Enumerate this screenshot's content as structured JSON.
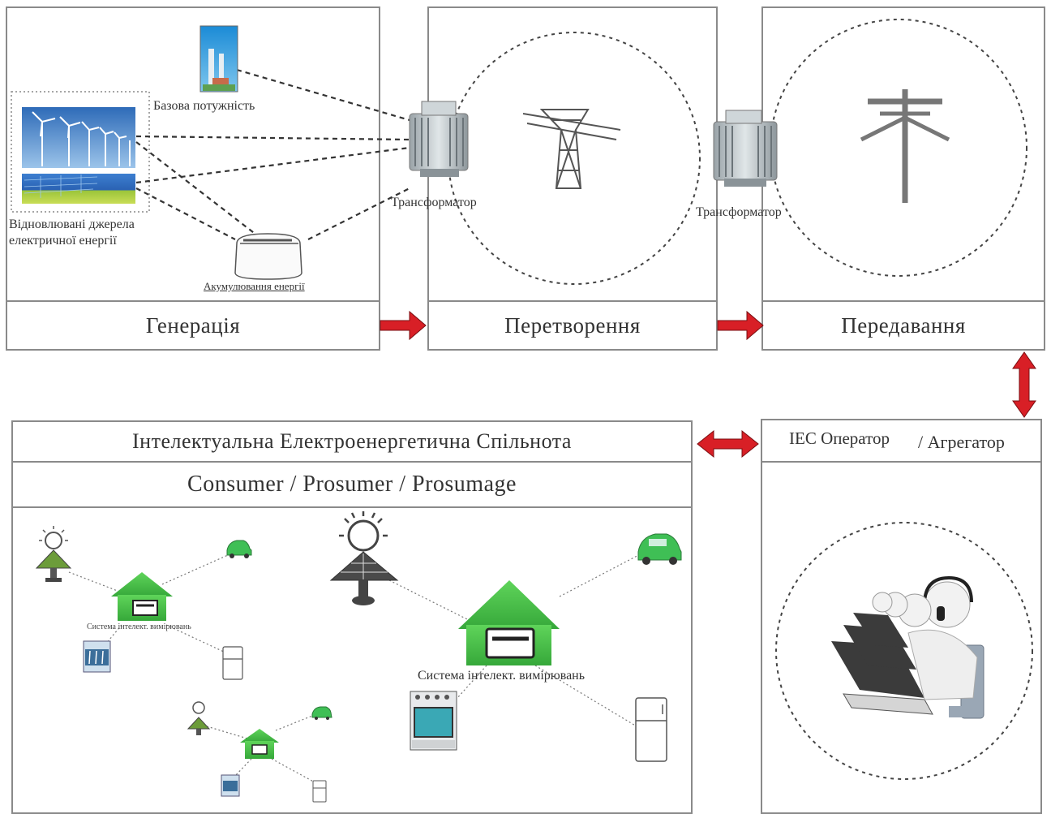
{
  "top": {
    "base_power": "Базова потужність",
    "renewables_line1": "Відновлювані джерела",
    "renewables_line2": "електричної енергії",
    "storage": "Акумулювання енергії",
    "transformer_1": "Трансформатор",
    "transformer_2": "Трансформатор",
    "stage_generation": "Генерація",
    "stage_conversion": "Перетворення",
    "stage_transmission": "Передавання"
  },
  "bottom": {
    "community_title": "Інтелектуальна Електроенергетична Спільнота",
    "community_subtitle": "Consumer / Prosumer / Prosumage",
    "metering_small": "Система інтелект. вимірювань",
    "metering_large": "Система інтелект. вимірювань",
    "operator_label": "IEC Оператор",
    "aggregator_label": "/ Агрегатор"
  },
  "colors": {
    "arrow": "#d81f26",
    "house": "#4fc94f",
    "panel_border": "#8a8a8a",
    "dotted": "#555555"
  },
  "icons": [
    "base-power-plant-icon",
    "wind-turbines-icon",
    "solar-panels-icon",
    "battery-storage-icon",
    "transformer-icon",
    "pylon-icon",
    "pole-icon",
    "solar-tree-icon",
    "electric-car-icon",
    "smart-house-icon",
    "washing-machine-icon",
    "fridge-icon",
    "stove-icon",
    "operators-icon"
  ]
}
